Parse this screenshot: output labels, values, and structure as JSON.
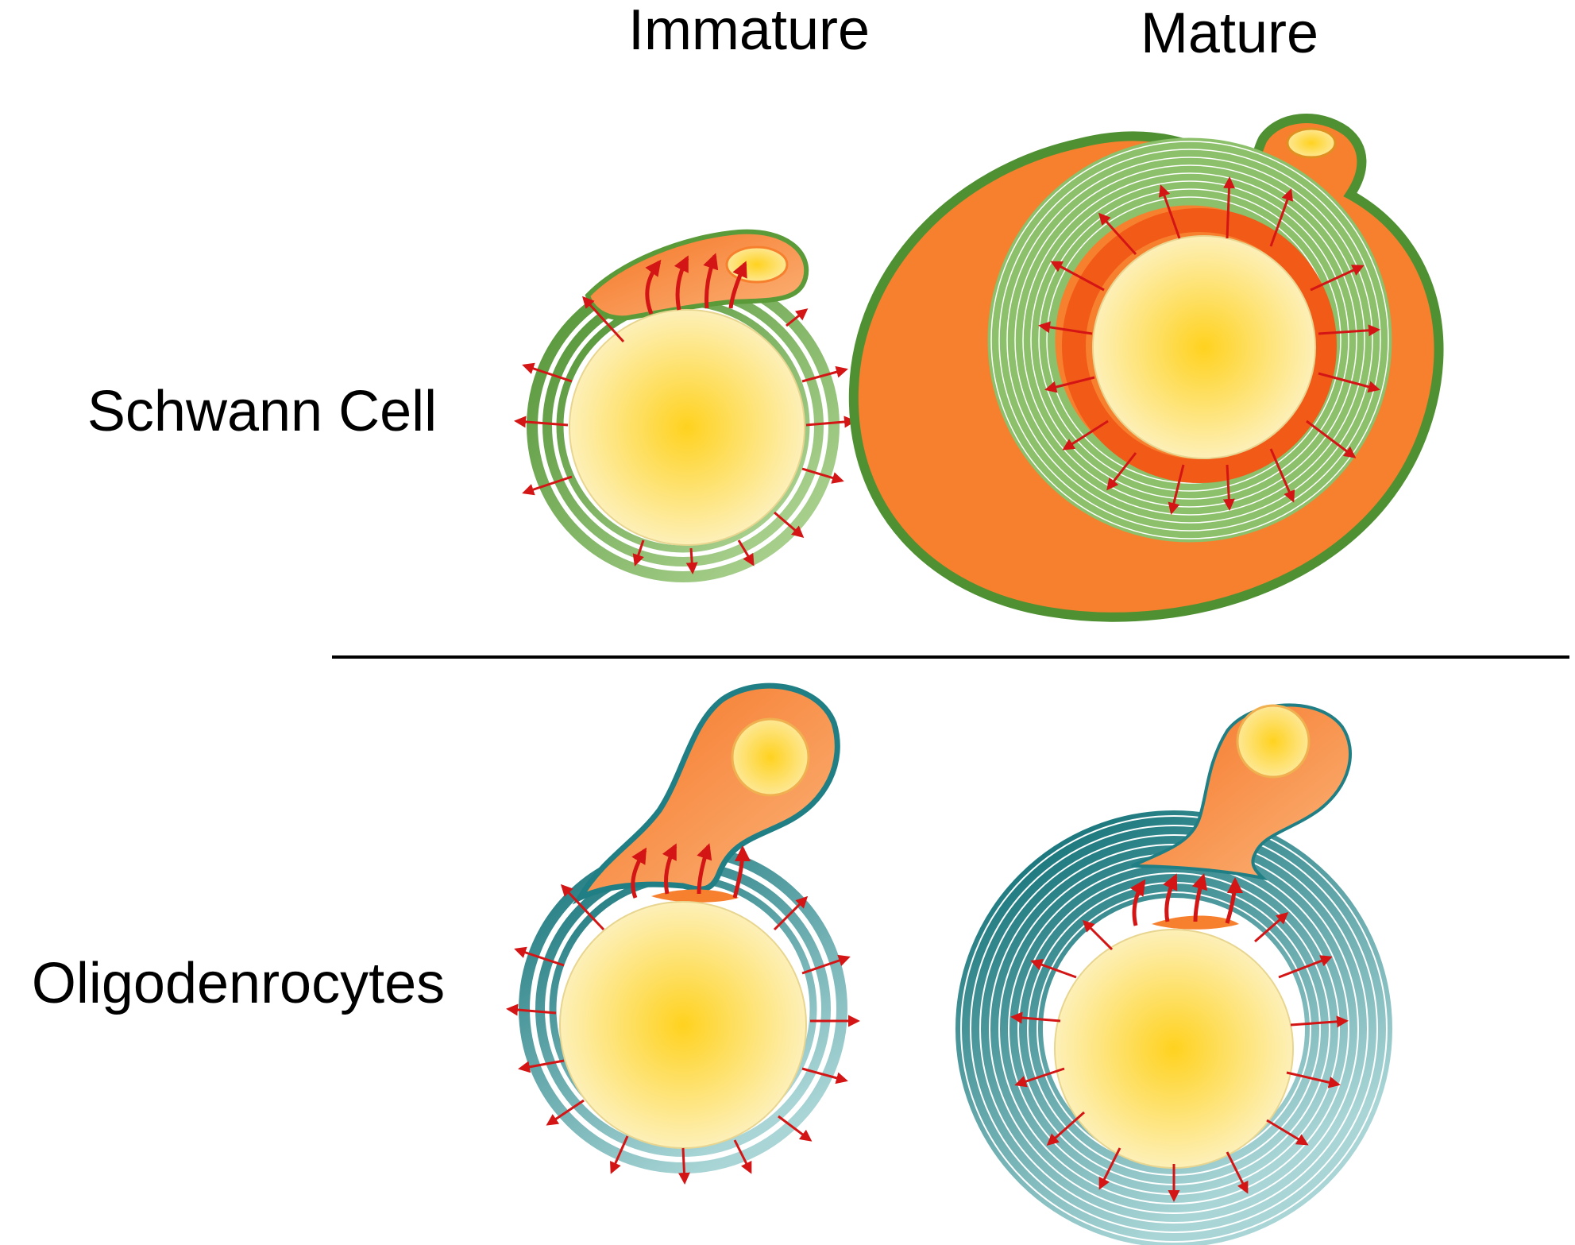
{
  "columns": {
    "immature": "Immature",
    "mature": "Mature"
  },
  "rows": {
    "schwann": "Schwann Cell",
    "oligo": "Oligodenrocytes"
  },
  "colors": {
    "axon_center": "#ffd21f",
    "axon_edge": "#fdeea8",
    "schwann_myelin_dark": "#5a9a38",
    "schwann_myelin_light": "#a9d08b",
    "oligo_myelin_dark": "#1f7f84",
    "oligo_myelin_light": "#9fd0d2",
    "cytoplasm": "#f7802e",
    "cytoplasm_light": "#f9a35e",
    "nucleus": "#ffd23a",
    "arrow": "#d41515",
    "divider": "#000000"
  }
}
